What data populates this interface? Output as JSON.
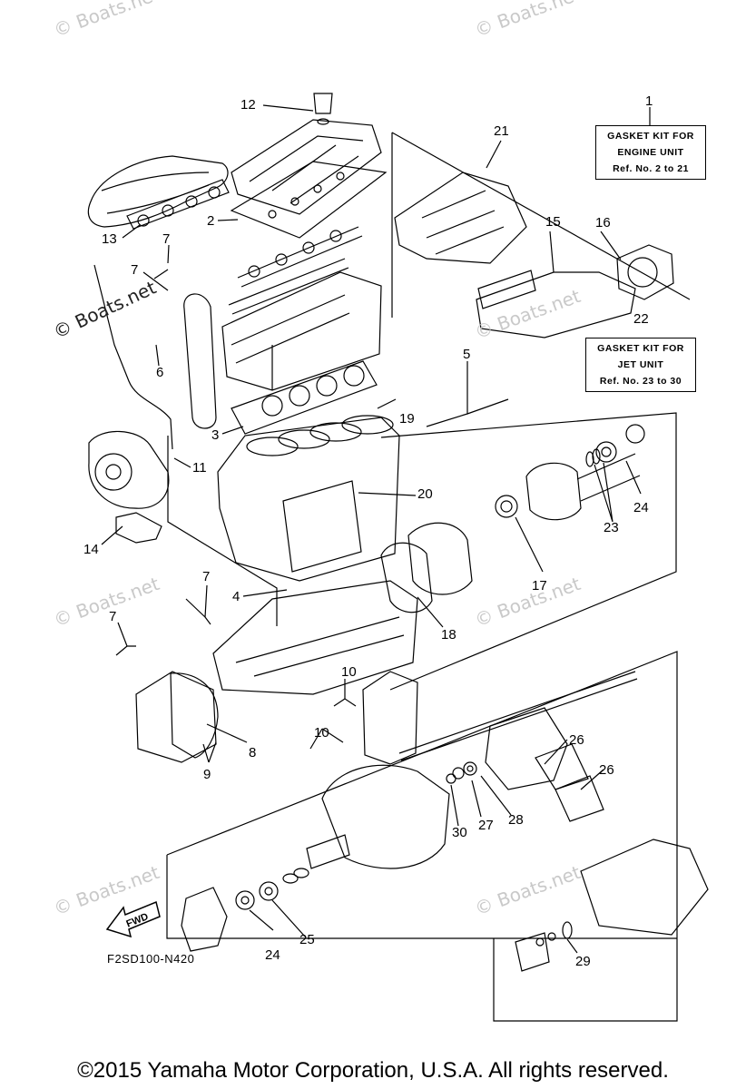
{
  "watermark": "© Boats.net",
  "callouts": [
    "1",
    "2",
    "3",
    "4",
    "5",
    "6",
    "7",
    "7",
    "7",
    "7",
    "8",
    "9",
    "10",
    "10",
    "11",
    "12",
    "13",
    "14",
    "15",
    "16",
    "17",
    "18",
    "19",
    "20",
    "21",
    "22",
    "23",
    "24",
    "24",
    "25",
    "26",
    "26",
    "27",
    "28",
    "29",
    "30"
  ],
  "kits": [
    {
      "line1": "GASKET KIT FOR",
      "line2": "ENGINE UNIT",
      "line3": "Ref. No. 2 to 21"
    },
    {
      "line1": "GASKET KIT FOR",
      "line2": "JET UNIT",
      "line3": "Ref. No. 23 to 30"
    }
  ],
  "fwd_label": "FWD",
  "diagram_code": "F2SD100-N420",
  "copyright": "©2015 Yamaha Motor Corporation, U.S.A. All rights reserved."
}
